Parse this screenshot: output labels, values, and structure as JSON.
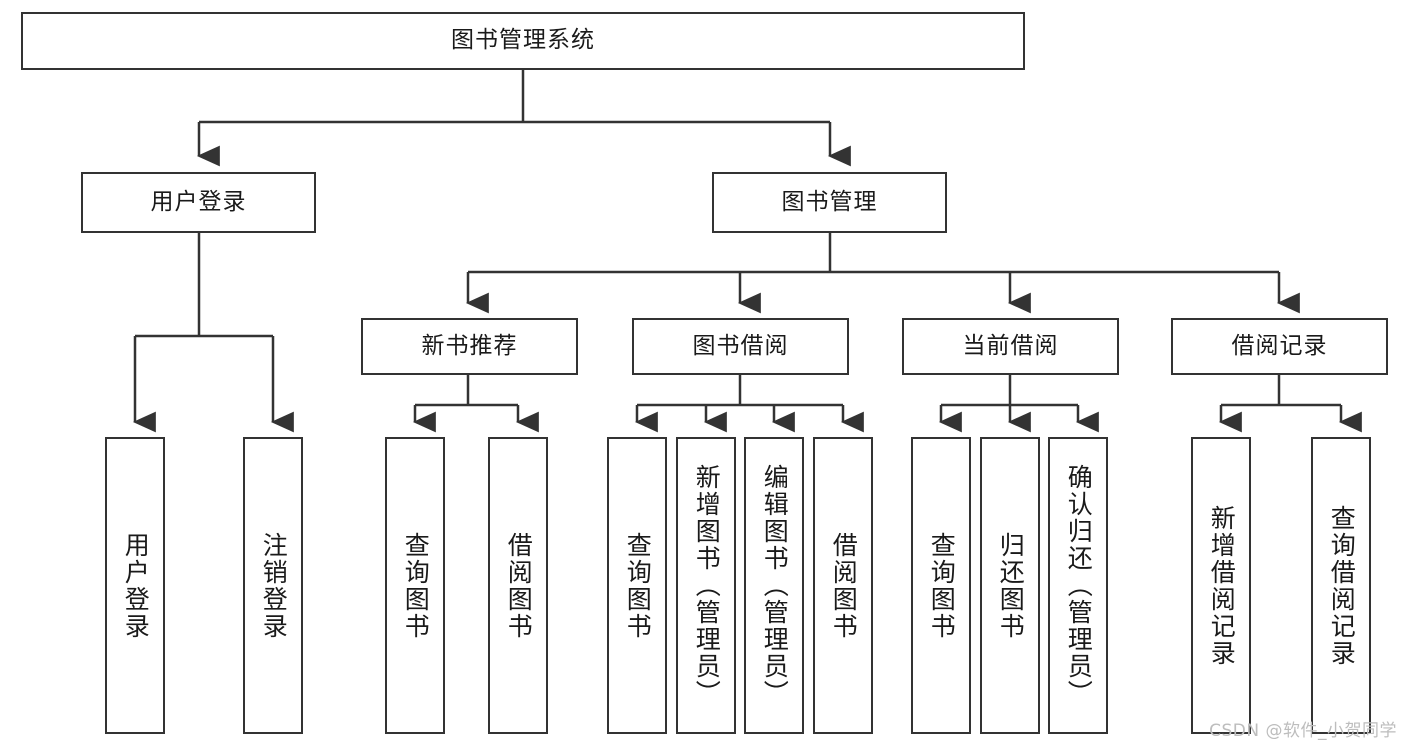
{
  "diagram": {
    "title": "图书管理系统",
    "root": {
      "label": "图书管理系统"
    },
    "level2": [
      {
        "label": "用户登录"
      },
      {
        "label": "图书管理"
      }
    ],
    "level3": [
      {
        "label": "新书推荐"
      },
      {
        "label": "图书借阅"
      },
      {
        "label": "当前借阅"
      },
      {
        "label": "借阅记录"
      }
    ],
    "leaves": {
      "user_login": [
        {
          "label": "用户登录"
        },
        {
          "label": "注销登录"
        }
      ],
      "new_book_recommend": [
        {
          "label": "查询图书"
        },
        {
          "label": "借阅图书"
        }
      ],
      "book_borrow": [
        {
          "label": "查询图书"
        },
        {
          "label": "新增图书（管理员）"
        },
        {
          "label": "编辑图书（管理员）"
        },
        {
          "label": "借阅图书"
        }
      ],
      "current_borrow": [
        {
          "label": "查询图书"
        },
        {
          "label": "归还图书"
        },
        {
          "label": "确认归还（管理员）"
        }
      ],
      "borrow_record": [
        {
          "label": "新增借阅记录"
        },
        {
          "label": "查询借阅记录"
        }
      ]
    }
  },
  "watermark": {
    "text": "CSDN @软件_小贺同学"
  },
  "colors": {
    "stroke": "#333333",
    "background": "#ffffff",
    "text": "#1a1a1a",
    "watermark": "#bdbdbd"
  }
}
